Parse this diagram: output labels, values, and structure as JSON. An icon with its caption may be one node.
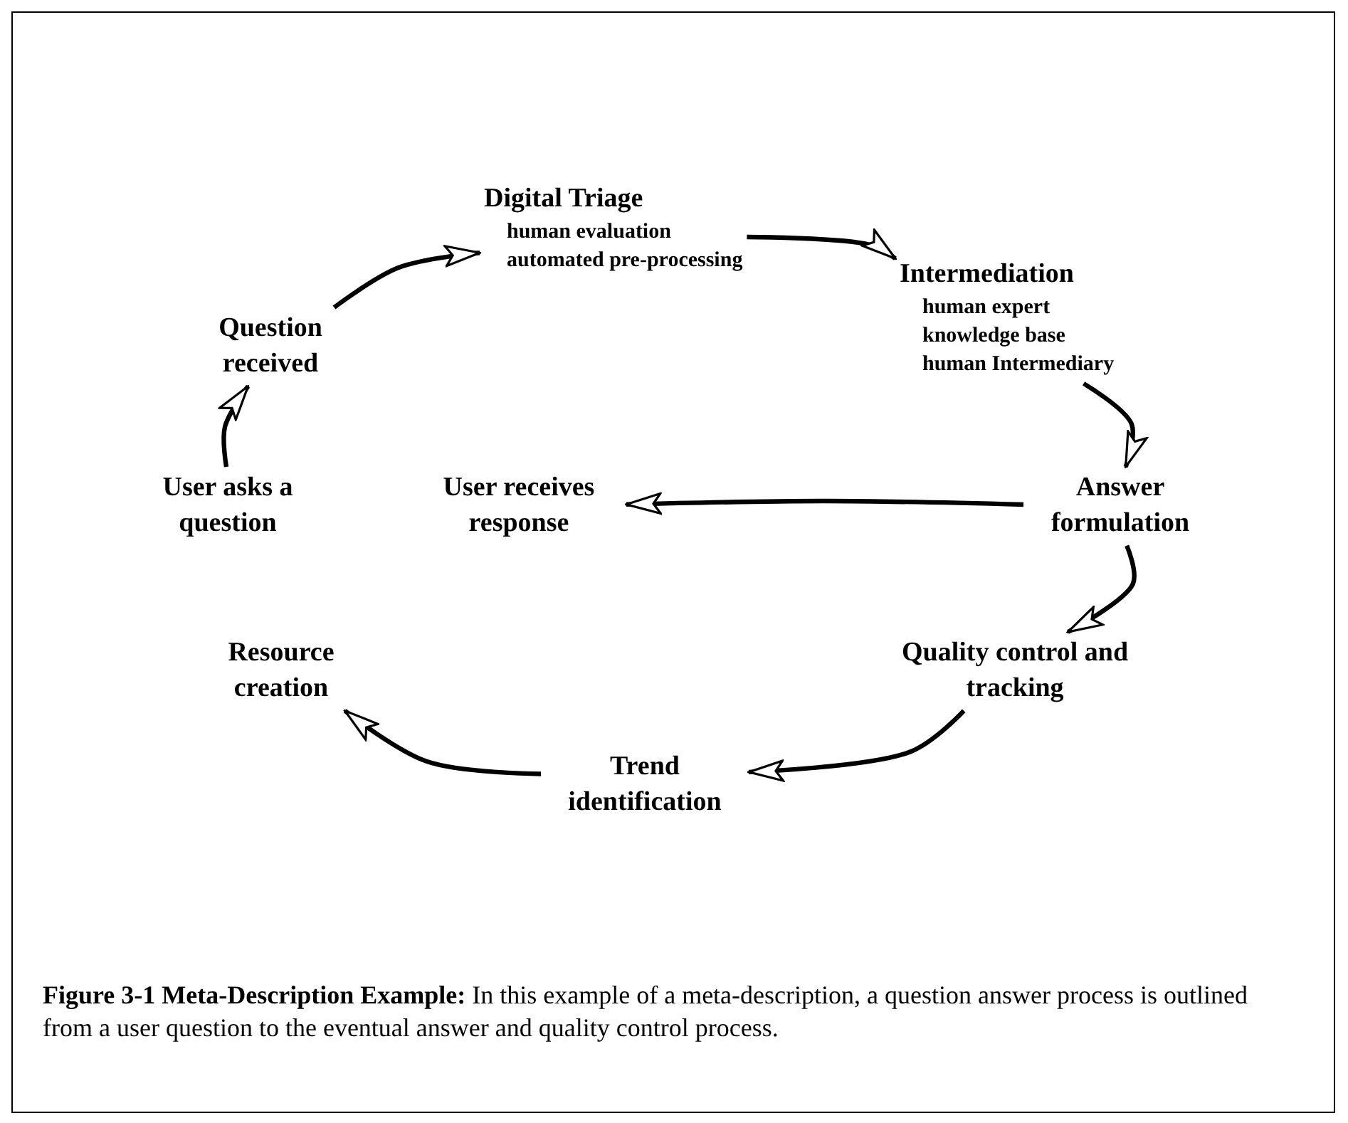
{
  "diagram": {
    "caption": "**Figure 3-1 Meta-Description Example:** In this example of a meta-description, a question answer process is outlined from a user question to the eventual answer and quality control process.",
    "nodes": [
      {
        "text": [
          "Digital Triage",
          "human evaluation",
          "automated pre-processing"
        ]
      },
      {
        "text": [
          "Intermediation",
          "human expert",
          "knowledge base",
          "human Intermediary"
        ]
      },
      {
        "text": [
          "Answer formulation"
        ]
      },
      {
        "text": [
          "Quality control and tracking"
        ]
      },
      {
        "text": [
          "Trend identification"
        ]
      },
      {
        "text": [
          "Resource creation"
        ]
      },
      {
        "text": [
          "User asks a question"
        ]
      },
      {
        "text": [
          "Question received"
        ]
      },
      {
        "text": [
          "User receives response"
        ]
      }
    ],
    "edges": [
      {
        "from": 6,
        "to": 7,
        "arrow": "to"
      },
      {
        "from": 7,
        "to": 0,
        "arrow": "to"
      },
      {
        "from": 0,
        "to": 1,
        "arrow": "to"
      },
      {
        "from": 1,
        "to": 2,
        "arrow": "to"
      },
      {
        "from": 2,
        "to": 3,
        "arrow": "to"
      },
      {
        "from": 3,
        "to": 4,
        "arrow": "to"
      },
      {
        "from": 4,
        "to": 5,
        "arrow": "to"
      },
      {
        "from": 2,
        "to": 8,
        "arrow": "to"
      }
    ]
  }
}
